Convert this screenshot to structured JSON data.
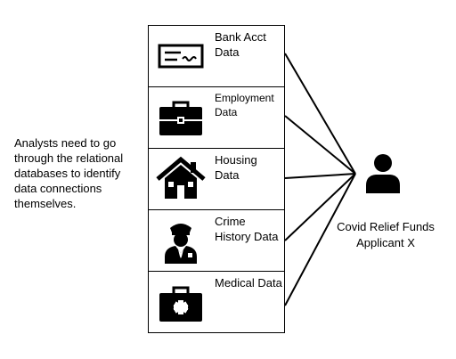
{
  "note": "Analysts need to go through the relational databases to identify data connections themselves.",
  "sources": [
    {
      "label": "Bank Acct Data",
      "icon": "check-icon"
    },
    {
      "label": "Employment Data",
      "icon": "briefcase-icon"
    },
    {
      "label": "Housing Data",
      "icon": "house-icon"
    },
    {
      "label": "Crime History Data",
      "icon": "police-officer-icon"
    },
    {
      "label": "Medical Data",
      "icon": "medical-kit-icon"
    }
  ],
  "applicant": {
    "label": "Covid Relief Funds Applicant X",
    "icon": "person-icon"
  }
}
